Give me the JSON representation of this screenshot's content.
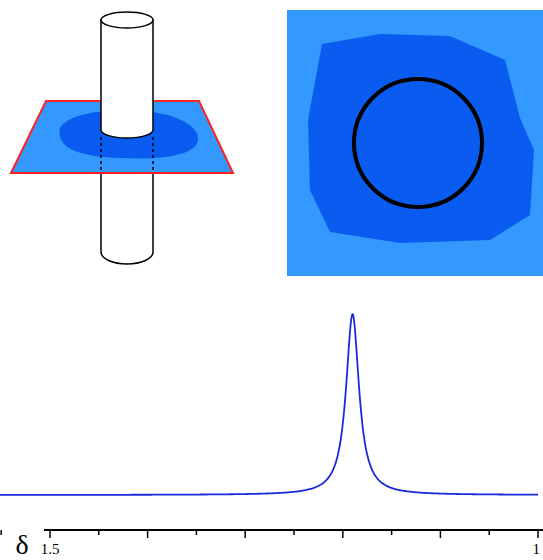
{
  "diagram": {
    "labels": [
      "δ",
      "1.5",
      "1"
    ]
  }
}
